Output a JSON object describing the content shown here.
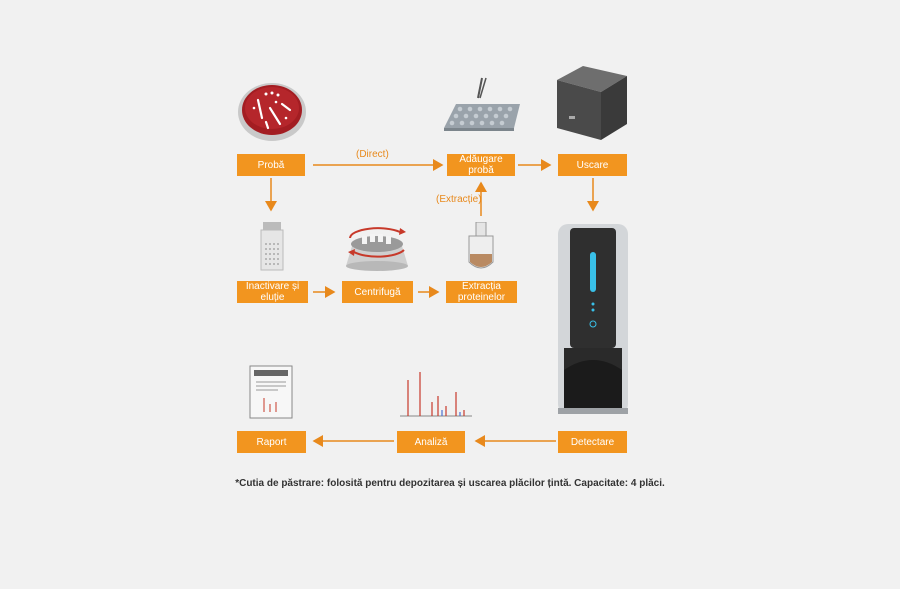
{
  "colors": {
    "accent": "#f2951f",
    "arrow": "#e8891c",
    "background": "#f1f1f1"
  },
  "nodes": {
    "proba": "Probă",
    "adaugare": "Adăugare probă",
    "uscare": "Uscare",
    "inactivare": "Inactivare și eluție",
    "centrifuga": "Centrifugă",
    "extractia_1": "Extracția",
    "extractia_2": "proteinelor",
    "detectare": "Detectare",
    "analiza": "Analiză",
    "raport": "Raport"
  },
  "edge_labels": {
    "direct": "(Direct)",
    "extractie": "(Extracție)"
  },
  "footnote": "*Cutia de păstrare: folosită pentru depozitarea și uscarea plăcilor țintă. Capacitate: 4 plăci.",
  "icons": [
    "petri-dish-icon",
    "target-plate-icon",
    "storage-box-icon",
    "sample-tube-icon",
    "centrifuge-icon",
    "extraction-tube-icon",
    "mass-spectrometer-icon",
    "report-icon",
    "spectrum-chart-icon"
  ]
}
